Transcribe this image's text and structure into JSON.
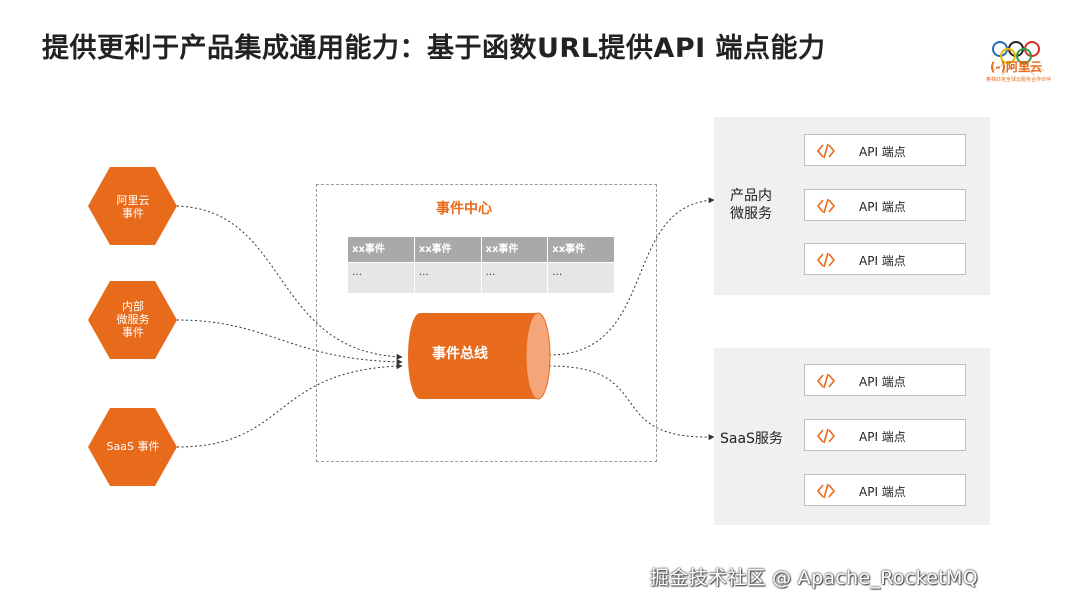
{
  "title": "提供更利于产品集成通用能力：基于函数URL提供API 端点能力",
  "logo": {
    "text": "(-)阿里云",
    "subtext": "奥林匹克全球云服务合作伙伴"
  },
  "sources": [
    {
      "label_lines": [
        "阿里云",
        "事件"
      ]
    },
    {
      "label_lines": [
        "内部",
        "微服务",
        "事件"
      ]
    },
    {
      "label_lines": [
        "SaaS 事件"
      ]
    }
  ],
  "event_center": {
    "title": "事件中心",
    "table": {
      "headers": [
        "xx事件",
        "xx事件",
        "xx事件",
        "xx事件"
      ],
      "row": [
        "…",
        "…",
        "…",
        "…"
      ]
    },
    "bus_label": "事件总线"
  },
  "targets": [
    {
      "label": "产品内\n微服务",
      "endpoints": [
        "API 端点",
        "API 端点",
        "API 端点"
      ]
    },
    {
      "label": "SaaS服务",
      "endpoints": [
        "API 端点",
        "API 端点",
        "API 端点"
      ]
    }
  ],
  "watermark": "掘金技术社区 @ Apache_RocketMQ",
  "colors": {
    "accent": "#e86a1b",
    "bus_cap": "#f5a679",
    "group_bg": "#f0f0f0",
    "header_gray": "#a9a9a9"
  },
  "icons": {
    "endpoint": "api-endpoint-icon",
    "logo": "olympic-rings-icon"
  }
}
